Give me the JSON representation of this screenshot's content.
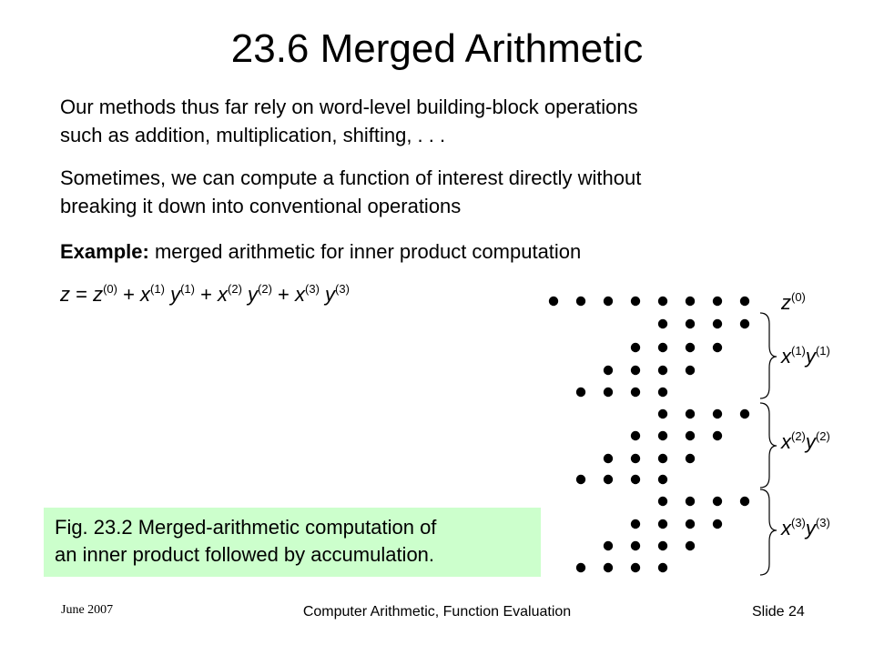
{
  "slide": {
    "title": "23.6  Merged Arithmetic",
    "paragraphs": [
      {
        "lines": [
          "Our methods thus far rely on word-level building-block operations",
          "such as addition, multiplication, shifting, . . ."
        ]
      },
      {
        "lines": [
          "Sometimes, we can compute a function of interest directly without",
          "breaking it down into conventional operations"
        ]
      }
    ],
    "example": {
      "label": "Example:",
      "text": " merged arithmetic for inner product computation"
    },
    "formula": {
      "z": "z",
      "eq": " = ",
      "z2": "z",
      "s0": "(0)",
      "plus": " + ",
      "x": "x",
      "y": "y",
      "s1": "(1)",
      "s2": "(2)",
      "s3": "(3)"
    },
    "labels": [
      {
        "a": "z",
        "sa": "(0)",
        "b": "",
        "sb": ""
      },
      {
        "a": "x",
        "sa": "(1)",
        "b": "y",
        "sb": "(1)"
      },
      {
        "a": "x",
        "sa": "(2)",
        "b": "y",
        "sb": "(2)"
      },
      {
        "a": "x",
        "sa": "(3)",
        "b": "y",
        "sb": "(3)"
      }
    ],
    "caption": {
      "lines": [
        "Fig. 23.2  Merged-arithmetic computation of",
        "an inner product followed by accumulation."
      ]
    },
    "footer": {
      "date": "June 2007",
      "center": "Computer Arithmetic, Function Evaluation",
      "slide": "Slide 24"
    }
  },
  "colors": {
    "caption_bg": "#ccffcc",
    "text": "#000000"
  }
}
